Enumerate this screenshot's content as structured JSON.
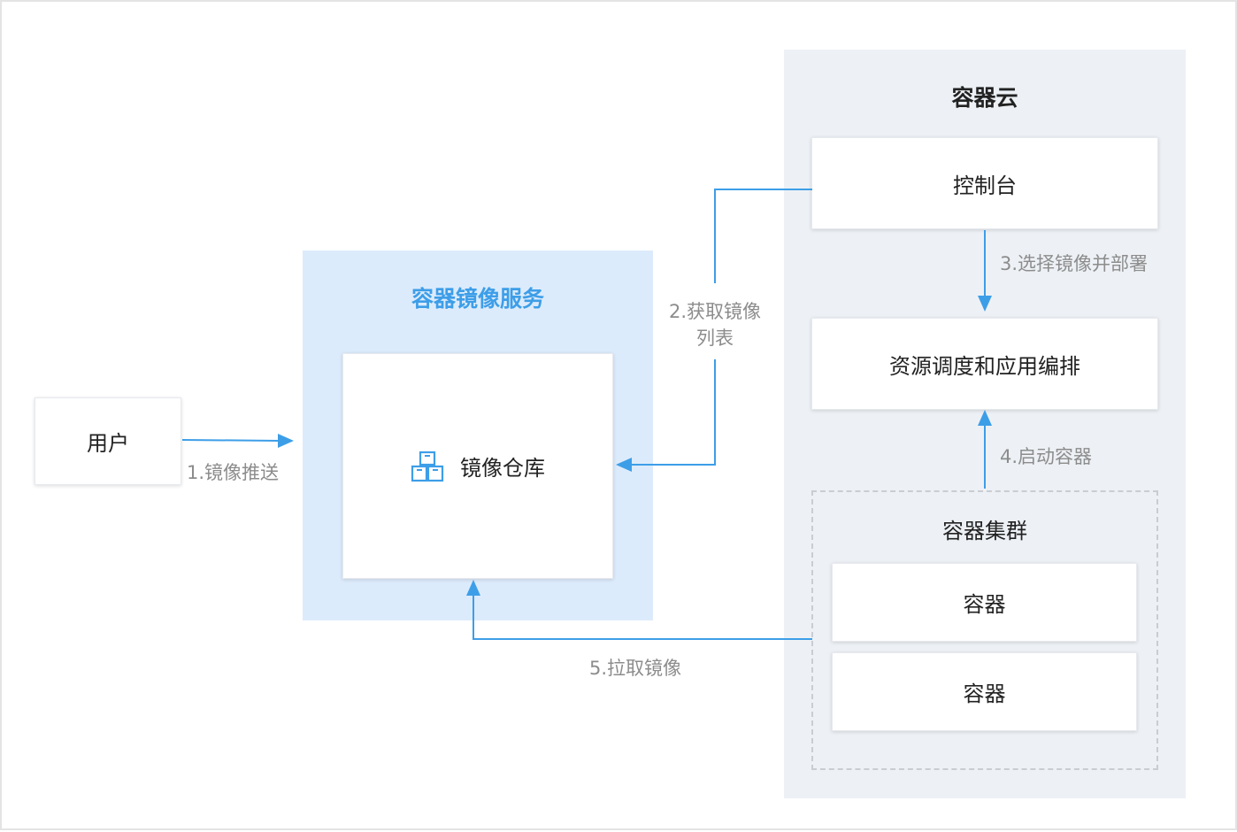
{
  "user": {
    "label": "用户"
  },
  "registry_service": {
    "title": "容器镜像服务",
    "repository": {
      "label": "镜像仓库",
      "icon": "boxes-icon"
    }
  },
  "container_cloud": {
    "title": "容器云",
    "console": {
      "label": "控制台"
    },
    "scheduler": {
      "label": "资源调度和应用编排"
    },
    "cluster": {
      "title": "容器集群",
      "containers": [
        {
          "label": "容器"
        },
        {
          "label": "容器"
        }
      ]
    }
  },
  "steps": {
    "push": "1.镜像推送",
    "list_line1": "2.获取镜像",
    "list_line2": "列表",
    "select_deploy": "3.选择镜像并部署",
    "start": "4.启动容器",
    "pull": "5.拉取镜像"
  },
  "colors": {
    "arrow": "#3d9ee8",
    "accent_title": "#3d9ee8",
    "blue_panel": "#dcebfb",
    "grey_panel": "#edf1f5",
    "caption": "#8c8c8c"
  }
}
